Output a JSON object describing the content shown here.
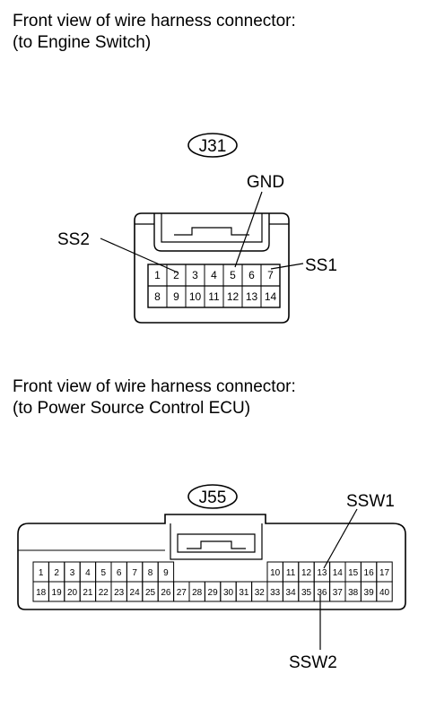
{
  "captions": [
    {
      "line1": "Front view of wire harness connector:",
      "line2": "(to Engine Switch)"
    },
    {
      "line1": "Front view of wire harness connector:",
      "line2": "(to Power Source Control ECU)"
    }
  ],
  "connectors": [
    {
      "id": "J31",
      "pins_top": [
        "1",
        "2",
        "3",
        "4",
        "5",
        "6",
        "7"
      ],
      "pins_bottom": [
        "8",
        "9",
        "10",
        "11",
        "12",
        "13",
        "14"
      ],
      "callouts": {
        "gnd": "GND",
        "ss2": "SS2",
        "ss1": "SS1"
      }
    },
    {
      "id": "J55",
      "pins_top_left": [
        "1",
        "2",
        "3",
        "4",
        "5",
        "6",
        "7",
        "8",
        "9"
      ],
      "pins_top_right": [
        "10",
        "11",
        "12",
        "13",
        "14",
        "15",
        "16",
        "17"
      ],
      "pins_bottom": [
        "18",
        "19",
        "20",
        "21",
        "22",
        "23",
        "24",
        "25",
        "26",
        "27",
        "28",
        "29",
        "30",
        "31",
        "32",
        "33",
        "34",
        "35",
        "36",
        "37",
        "38",
        "39",
        "40"
      ],
      "callouts": {
        "ssw1": "SSW1",
        "ssw2": "SSW2"
      }
    }
  ]
}
